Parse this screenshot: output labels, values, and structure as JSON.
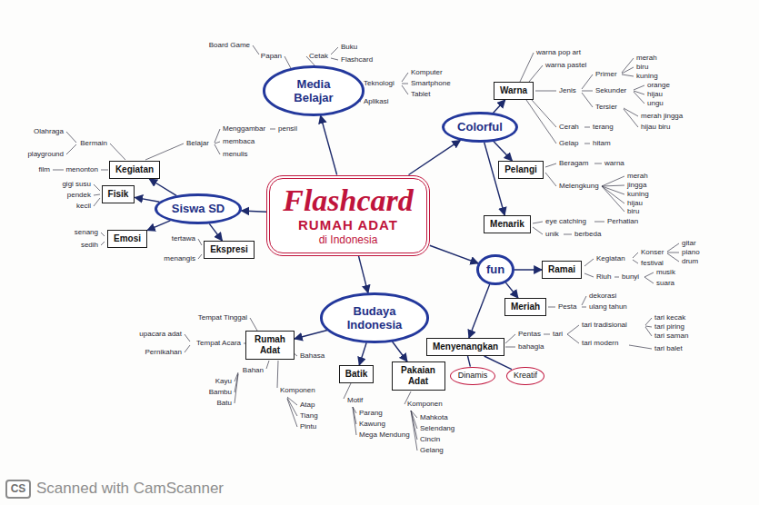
{
  "diagram": {
    "nodes": [
      {
        "text": [
          "Flashcard",
          "RUMAH ADAT",
          "di Indonesia"
        ]
      },
      {
        "text": [
          "Media Belajar"
        ]
      },
      {
        "text": [
          "Colorful"
        ]
      },
      {
        "text": [
          "Siswa SD"
        ]
      },
      {
        "text": [
          "fun"
        ]
      },
      {
        "text": [
          "Budaya Indonesia"
        ]
      },
      {
        "text": [
          "Warna"
        ]
      },
      {
        "text": [
          "Pelangi"
        ]
      },
      {
        "text": [
          "Menarik"
        ]
      },
      {
        "text": [
          "Ramai"
        ]
      },
      {
        "text": [
          "Meriah"
        ]
      },
      {
        "text": [
          "Menyenangkan"
        ]
      },
      {
        "text": [
          "Kegiatan"
        ]
      },
      {
        "text": [
          "Fisik"
        ]
      },
      {
        "text": [
          "Emosi"
        ]
      },
      {
        "text": [
          "Ekspresi"
        ]
      },
      {
        "text": [
          "Rumah Adat"
        ]
      },
      {
        "text": [
          "Batik"
        ]
      },
      {
        "text": [
          "Pakaian Adat"
        ]
      },
      {
        "text": [
          "Dinamis"
        ]
      },
      {
        "text": [
          "Kreatif"
        ]
      },
      {
        "text": [
          "CS"
        ]
      }
    ],
    "edges": [
      {
        "from": 0,
        "to": 1,
        "arrow": "to"
      },
      {
        "from": 0,
        "to": 2,
        "arrow": "to"
      },
      {
        "from": 0,
        "to": 3,
        "arrow": "to"
      },
      {
        "from": 0,
        "to": 4,
        "arrow": "to"
      },
      {
        "from": 0,
        "to": 5,
        "arrow": "to"
      },
      {
        "from": 2,
        "to": 6,
        "arrow": "to"
      },
      {
        "from": 2,
        "to": 7,
        "arrow": "to"
      },
      {
        "from": 2,
        "to": 8,
        "arrow": "to"
      },
      {
        "from": 4,
        "to": 9,
        "arrow": "to"
      },
      {
        "from": 4,
        "to": 10,
        "arrow": "to"
      },
      {
        "from": 4,
        "to": 11,
        "arrow": "to"
      },
      {
        "from": 3,
        "to": 12,
        "arrow": "to"
      },
      {
        "from": 3,
        "to": 13,
        "arrow": "to"
      },
      {
        "from": 3,
        "to": 14,
        "arrow": "to"
      },
      {
        "from": 3,
        "to": 15,
        "arrow": "to"
      },
      {
        "from": 5,
        "to": 16,
        "arrow": "to"
      },
      {
        "from": 5,
        "to": 17,
        "arrow": "to"
      },
      {
        "from": 5,
        "to": 18,
        "arrow": "to"
      },
      {
        "from": 11,
        "to": 19,
        "arrow": "none"
      },
      {
        "from": 11,
        "to": 20,
        "arrow": "none"
      }
    ],
    "labels": [
      "Papan",
      "Board Game",
      "Cetak",
      "Buku",
      "Flashcard",
      "Teknologi",
      "Komputer",
      "Smartphone",
      "Tablet",
      "Aplikasi",
      "warna pop art",
      "warna pastel",
      "Jenis",
      "Primer",
      "Sekunder",
      "Tersier",
      "merah",
      "biru",
      "kuning",
      "orange",
      "hijau",
      "ungu",
      "merah jingga",
      "hijau biru",
      "Cerah",
      "terang",
      "Gelap",
      "hitam",
      "Beragam",
      "warna",
      "Melengkung",
      "merah",
      "jingga",
      "kuning",
      "hijau",
      "biru",
      "eye catching",
      "Perhatian",
      "unik",
      "berbeda",
      "Kegiatan",
      "Konser",
      "festival",
      "gitar",
      "piano",
      "drum",
      "Riuh",
      "bunyi",
      "musik",
      "suara",
      "Pesta",
      "dekorasi",
      "ulang tahun",
      "Pentas",
      "bahagia",
      "tari",
      "tari tradisional",
      "tari modern",
      "tari kecak",
      "tari piring",
      "tari saman",
      "tari balet",
      "Bermain",
      "Olahraga",
      "playground",
      "Belajar",
      "Menggambar",
      "membaca",
      "menulis",
      "pensil",
      "menonton",
      "film",
      "gigi susu",
      "pendek",
      "kecil",
      "senang",
      "sedih",
      "tertawa",
      "menangis",
      "Tempat Tinggal",
      "Tempat Acara",
      "upacara adat",
      "Pernikahan",
      "Bahasa",
      "Bahan",
      "Kayu",
      "Bambu",
      "Batu",
      "Komponen",
      "Atap",
      "Tiang",
      "Pintu",
      "Motif",
      "Parang",
      "Kawung",
      "Mega Mendung",
      "Komponen",
      "Mahkota",
      "Selendang",
      "Cincin",
      "Gelang",
      "Scanned with CamScanner"
    ]
  }
}
